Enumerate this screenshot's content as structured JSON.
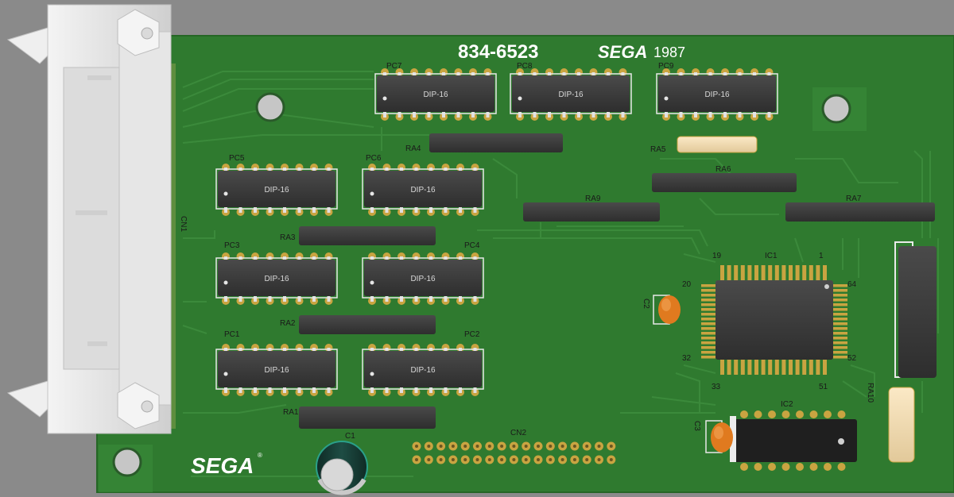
{
  "board": {
    "part_number": "834-6523",
    "brand": "SEGA",
    "year": "1987",
    "bottom_logo": "SEGA",
    "registered_mark": "®"
  },
  "colors": {
    "pcb": "#2f7a2f",
    "pcb_edge": "#2a6a2a",
    "trace": "#3d8c3d",
    "chip": "#3c3c3c",
    "pad": "#c9a441",
    "background": "#8a8a8a"
  },
  "dips": [
    {
      "ref": "PC7",
      "package": "DIP-16"
    },
    {
      "ref": "PC8",
      "package": "DIP-16"
    },
    {
      "ref": "PC9",
      "package": "DIP-16"
    },
    {
      "ref": "PC5",
      "package": "DIP-16"
    },
    {
      "ref": "PC6",
      "package": "DIP-16"
    },
    {
      "ref": "PC3",
      "package": "DIP-16"
    },
    {
      "ref": "PC4",
      "package": "DIP-16"
    },
    {
      "ref": "PC1",
      "package": "DIP-16"
    },
    {
      "ref": "PC2",
      "package": "DIP-16"
    }
  ],
  "resistor_arrays": [
    "RA1",
    "RA2",
    "RA3",
    "RA4",
    "RA5",
    "RA6",
    "RA7",
    "RA9",
    "RA10"
  ],
  "ic1": {
    "ref": "IC1",
    "pin_labels": [
      "19",
      "1",
      "20",
      "64",
      "32",
      "52",
      "33",
      "51"
    ]
  },
  "ic2": {
    "ref": "IC2"
  },
  "capacitors": [
    "C1",
    "C2",
    "C3"
  ],
  "connectors": [
    "CN1",
    "CN2"
  ]
}
